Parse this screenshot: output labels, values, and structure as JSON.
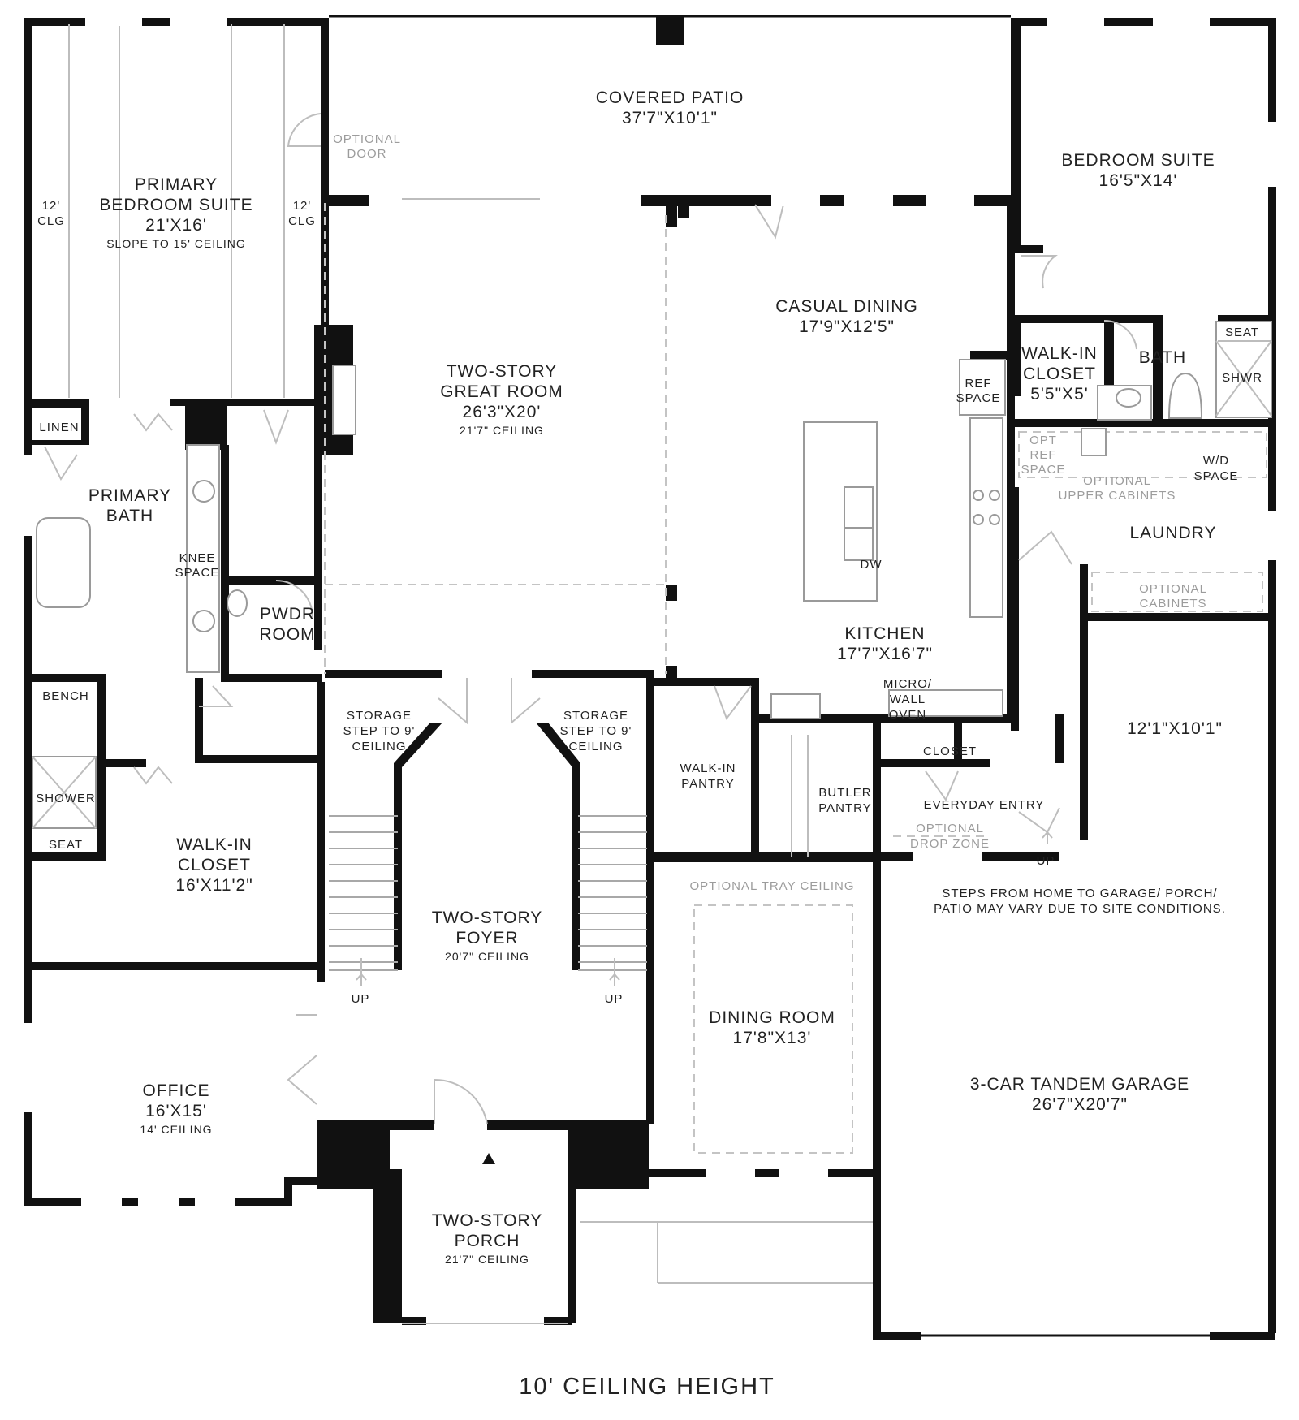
{
  "rooms": {
    "covered_patio": {
      "name": "COVERED PATIO",
      "dim": "37'7\"X10'1\""
    },
    "optional_door": {
      "line1": "OPTIONAL",
      "line2": "DOOR"
    },
    "primary_bedroom": {
      "line1": "PRIMARY",
      "line2": "BEDROOM SUITE",
      "dim": "21'X16'",
      "note": "SLOPE TO 15' CEILING"
    },
    "clg_left": {
      "line1": "12'",
      "line2": "CLG"
    },
    "clg_right": {
      "line1": "12'",
      "line2": "CLG"
    },
    "bedroom_suite": {
      "name": "BEDROOM SUITE",
      "dim": "16'5\"X14'"
    },
    "great_room": {
      "line1": "TWO-STORY",
      "line2": "GREAT ROOM",
      "dim": "26'3\"X20'",
      "note": "21'7\" CEILING"
    },
    "casual_dining": {
      "name": "CASUAL DINING",
      "dim": "17'9\"X12'5\""
    },
    "walkin_closet_small": {
      "line1": "WALK-IN",
      "line2": "CLOSET",
      "dim": "5'5\"X5'"
    },
    "bath": {
      "name": "BATH"
    },
    "seat_top": {
      "name": "SEAT"
    },
    "shwr": {
      "name": "SHWR"
    },
    "ref_space": {
      "line1": "REF",
      "line2": "SPACE"
    },
    "opt_ref_space": {
      "line1": "OPT",
      "line2": "REF",
      "line3": "SPACE"
    },
    "optional_upper": {
      "line1": "OPTIONAL",
      "line2": "UPPER CABINETS"
    },
    "wd_space": {
      "line1": "W/D",
      "line2": "SPACE"
    },
    "laundry": {
      "name": "LAUNDRY"
    },
    "optional_cabinets": {
      "line1": "OPTIONAL",
      "line2": "CABINETS"
    },
    "linen": {
      "name": "LINEN"
    },
    "primary_bath": {
      "line1": "PRIMARY",
      "line2": "BATH"
    },
    "knee_space": {
      "line1": "KNEE",
      "line2": "SPACE"
    },
    "pwdr_room": {
      "line1": "PWDR",
      "line2": "ROOM"
    },
    "dw": {
      "name": "DW"
    },
    "kitchen": {
      "name": "KITCHEN",
      "dim": "17'7\"X16'7\""
    },
    "micro_oven": {
      "line1": "MICRO/",
      "line2": "WALL",
      "line3": "OVEN"
    },
    "bench": {
      "name": "BENCH"
    },
    "storage_left": {
      "line1": "STORAGE",
      "line2": "STEP TO 9'",
      "line3": "CEILING"
    },
    "storage_right": {
      "line1": "STORAGE",
      "line2": "STEP TO 9'",
      "line3": "CEILING"
    },
    "walkin_pantry": {
      "line1": "WALK-IN",
      "line2": "PANTRY"
    },
    "garage_nook": {
      "dim": "12'1\"X10'1\""
    },
    "closet": {
      "name": "CLOSET"
    },
    "shower": {
      "name": "SHOWER"
    },
    "seat_bottom": {
      "name": "SEAT"
    },
    "butler_pantry": {
      "line1": "BUTLER",
      "line2": "PANTRY"
    },
    "everyday_entry": {
      "name": "EVERYDAY ENTRY"
    },
    "walkin_closet_large": {
      "line1": "WALK-IN",
      "line2": "CLOSET",
      "dim": "16'X11'2\""
    },
    "optional_drop": {
      "line1": "OPTIONAL",
      "line2": "DROP ZONE"
    },
    "up_garage": {
      "name": "UP"
    },
    "optional_tray": {
      "name": "OPTIONAL TRAY CEILING"
    },
    "steps_note": {
      "line1": "STEPS FROM HOME TO GARAGE/ PORCH/",
      "line2": "PATIO MAY VARY DUE TO SITE CONDITIONS."
    },
    "foyer": {
      "line1": "TWO-STORY",
      "line2": "FOYER",
      "note": "20'7\" CEILING"
    },
    "up_left": {
      "name": "UP"
    },
    "up_right": {
      "name": "UP"
    },
    "dining_room": {
      "name": "DINING ROOM",
      "dim": "17'8\"X13'"
    },
    "garage": {
      "name": "3-CAR TANDEM GARAGE",
      "dim": "26'7\"X20'7\""
    },
    "office": {
      "name": "OFFICE",
      "dim": "16'X15'",
      "note": "14' CEILING"
    },
    "porch": {
      "line1": "TWO-STORY",
      "line2": "PORCH",
      "note": "21'7\" CEILING"
    }
  },
  "footer": {
    "ceiling_height": "10' CEILING HEIGHT"
  }
}
